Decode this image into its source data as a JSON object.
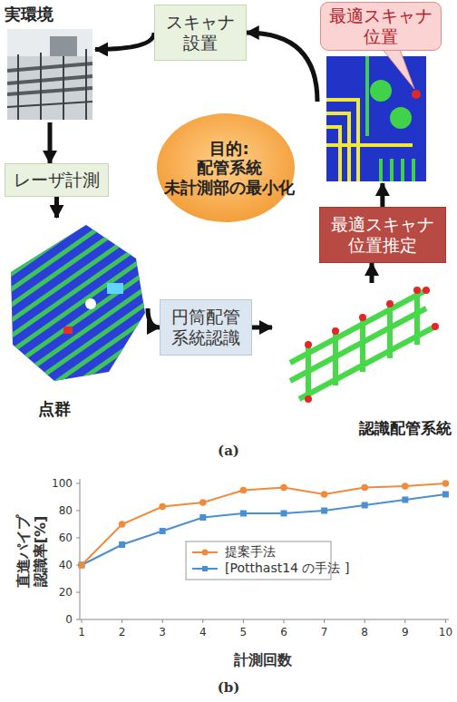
{
  "diagram": {
    "nodes": [
      {
        "text": [
          "実環境"
        ]
      },
      {
        "text": [
          "スキャナ 設置"
        ]
      },
      {
        "text": [
          "最適スキャナ 位置"
        ]
      },
      {
        "text": [
          "目的:",
          "配管系統 未計測部の最小化"
        ]
      },
      {
        "text": [
          "レーザ計測"
        ]
      },
      {
        "text": [
          "点群"
        ]
      },
      {
        "text": [
          "円筒配管 系統認識"
        ]
      },
      {
        "text": [
          "認識配管系統"
        ]
      },
      {
        "text": [
          "最適スキャナ 位置推定"
        ]
      }
    ],
    "edges": [
      {
        "from": 0,
        "to": 4,
        "arrow": "to"
      },
      {
        "from": 4,
        "to": 5,
        "arrow": "to"
      },
      {
        "from": 5,
        "to": 6,
        "arrow": "to"
      },
      {
        "from": 6,
        "to": 7,
        "arrow": "to"
      },
      {
        "from": 7,
        "to": 8,
        "arrow": "to"
      },
      {
        "from": 8,
        "to": 2,
        "arrow": "to"
      },
      {
        "from": 2,
        "to": 1,
        "arrow": "to"
      },
      {
        "from": 1,
        "to": 0,
        "arrow": "to"
      }
    ],
    "labels": [
      "(a)",
      "100",
      "80",
      "60",
      "40",
      "20",
      "0",
      "1",
      "2",
      "3",
      "4",
      "5",
      "6",
      "7",
      "8",
      "9",
      "10",
      "直進パイプ 認識率[%]",
      "計測回数",
      "(b)"
    ],
    "legend": [
      {
        "text": "提案手法"
      },
      {
        "text": "[Potthast14 の手法 ]"
      }
    ]
  }
}
